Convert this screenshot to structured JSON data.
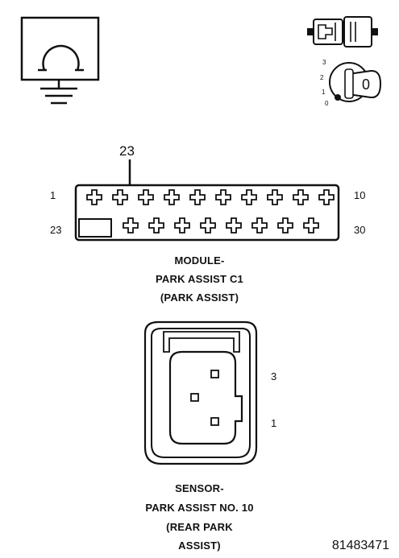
{
  "icons": {
    "ground_symbol": "ohmmeter-ground-icon",
    "connector_symbol": "connector-plug-icon",
    "ignition_symbol": "ignition-key-icon"
  },
  "ignition": {
    "positions": [
      "3",
      "2",
      "1",
      "0"
    ],
    "key_label": "0"
  },
  "module_connector": {
    "callout_pin": "23",
    "pin_labels": {
      "top_left": "1",
      "top_right": "10",
      "bottom_left": "23",
      "bottom_right": "30"
    },
    "caption": [
      "MODULE-",
      "PARK ASSIST C1",
      "(PARK ASSIST)"
    ]
  },
  "sensor_connector": {
    "pin_labels": {
      "upper": "3",
      "lower": "1"
    },
    "caption": [
      "SENSOR-",
      "PARK ASSIST NO. 10",
      "(REAR PARK",
      "ASSIST)"
    ]
  },
  "document_id": "81483471"
}
